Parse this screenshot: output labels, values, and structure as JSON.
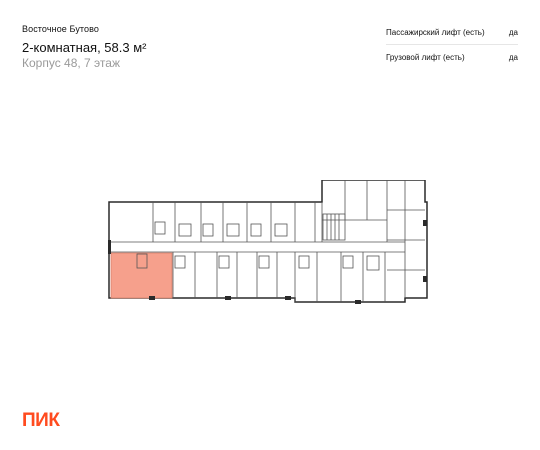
{
  "project_name": "Восточное Бутово",
  "apartment": {
    "title": "2-комнатная, 58.3 м²",
    "building_floor": "Корпус 48, 7 этаж"
  },
  "specs": [
    {
      "label": "Пассажирский лифт (есть)",
      "value": "да"
    },
    {
      "label": "Грузовой лифт (есть)",
      "value": "да"
    }
  ],
  "floor_plan": {
    "highlight_color": "#f6a08c",
    "highlighted_unit": "selected-apartment"
  },
  "brand": {
    "logo_text": "ПИК",
    "color": "#ff4b1f"
  }
}
